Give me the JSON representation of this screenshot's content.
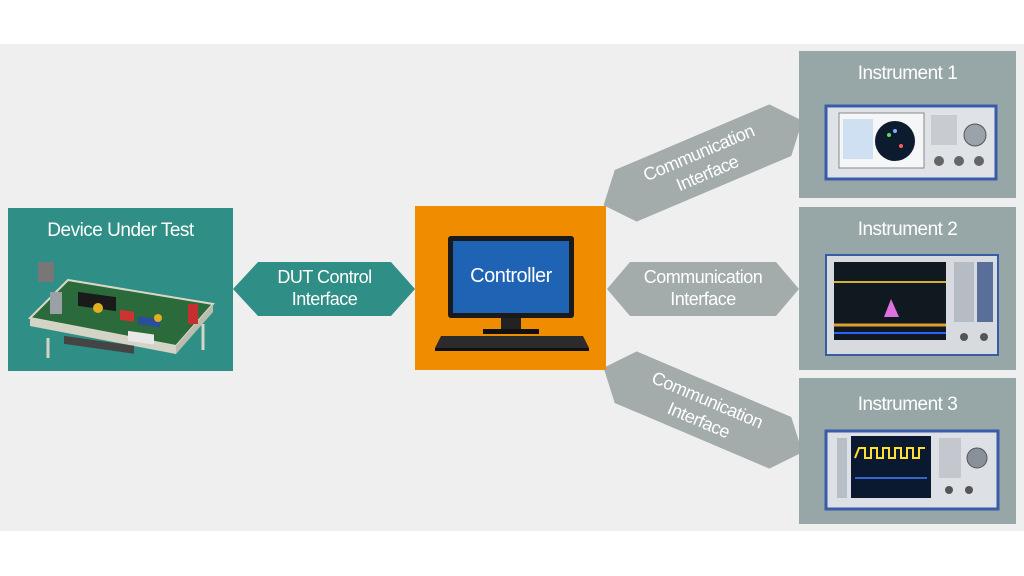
{
  "dut": {
    "title": "Device Under Test"
  },
  "dut_interface": {
    "line1": "DUT Control",
    "line2": "Interface"
  },
  "controller": {
    "label": "Controller"
  },
  "comm_interfaces": [
    {
      "line1": "Communication",
      "line2": "Interface"
    },
    {
      "line1": "Communication",
      "line2": "Interface"
    },
    {
      "line1": "Communication",
      "line2": "Interface"
    }
  ],
  "instruments": [
    {
      "title": "Instrument 1"
    },
    {
      "title": "Instrument 2"
    },
    {
      "title": "Instrument 3"
    }
  ],
  "colors": {
    "dut_teal": "#2f8f86",
    "controller_orange": "#ef8c00",
    "instrument_gray": "#97a7a8",
    "arrow_gray": "#a3abab",
    "background": "#efefef"
  }
}
